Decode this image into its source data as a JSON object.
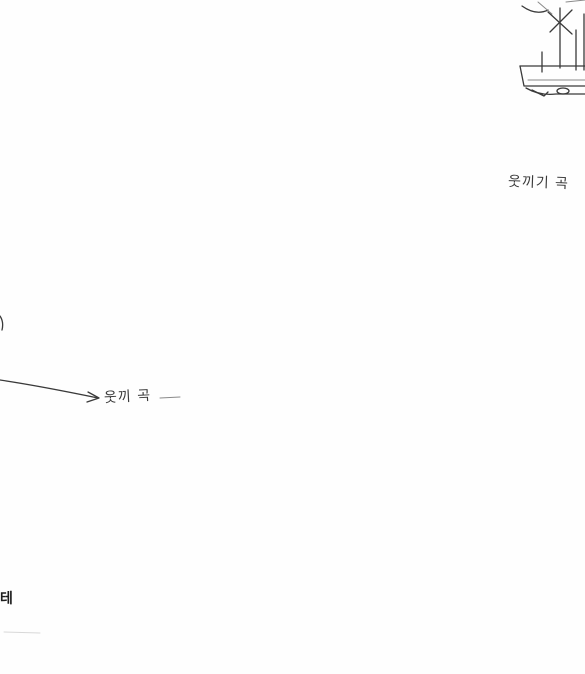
{
  "labels": {
    "ship_caption": "웃끼기 곡",
    "arrow_caption": "웃끼 곡",
    "edge_fragment": "테"
  }
}
